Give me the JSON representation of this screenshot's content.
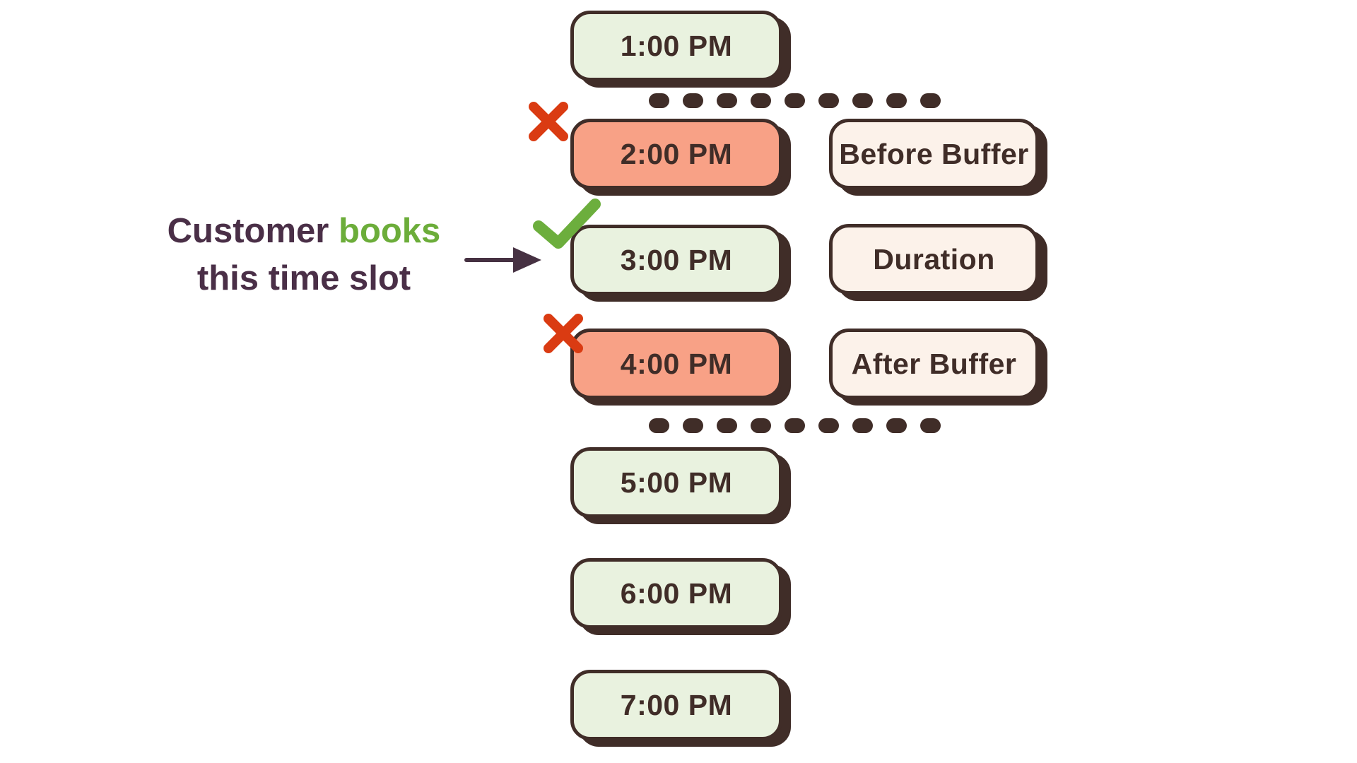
{
  "annotation": {
    "line1_part1": "Customer",
    "line1_part2": "books",
    "line2": "this time slot"
  },
  "slots": [
    {
      "label": "1:00 PM",
      "status": "available"
    },
    {
      "label": "2:00 PM",
      "status": "buffer-blocked",
      "marker": "x-icon"
    },
    {
      "label": "3:00 PM",
      "status": "booked",
      "marker": "check-icon"
    },
    {
      "label": "4:00 PM",
      "status": "buffer-blocked",
      "marker": "x-icon"
    },
    {
      "label": "5:00 PM",
      "status": "available"
    },
    {
      "label": "6:00 PM",
      "status": "available"
    },
    {
      "label": "7:00 PM",
      "status": "available"
    }
  ],
  "side_labels": [
    {
      "label": "Before Buffer"
    },
    {
      "label": "Duration"
    },
    {
      "label": "After Buffer"
    }
  ],
  "colors": {
    "background": "#FFFFFF",
    "slot_available_fill": "#E9F2DF",
    "slot_blocked_fill": "#F8A186",
    "side_label_fill": "#FCF2EA",
    "outline_and_text": "#402D28",
    "x_mark": "#DA3B12",
    "check_mark": "#6CAE3D",
    "annotation_text": "#4A2F47",
    "annotation_highlight": "#6CAD3A",
    "arrow": "#463142"
  }
}
